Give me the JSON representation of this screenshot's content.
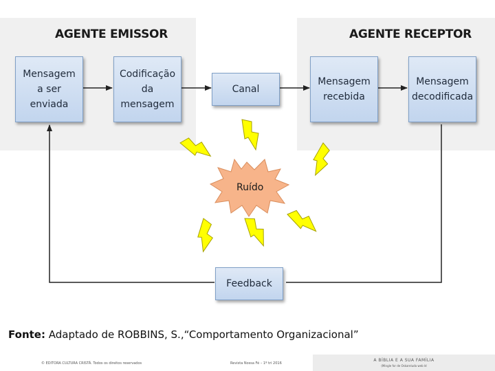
{
  "emissor": {
    "title": "AGENTE EMISSOR",
    "msg": "Mensagem\na ser\nenviada",
    "cod": "Codificação\nda\nmensagem"
  },
  "canal": "Canal",
  "receptor": {
    "title": "AGENTE RECEPTOR",
    "recebida": "Mensagem\nrecebida",
    "decodificada": "Mensagem\ndecodificada"
  },
  "ruido": "Ruído",
  "feedback": "Feedback",
  "source": {
    "label": "Fonte:",
    "text": " Adaptado de ROBBINS, S.,“Comportamento  Organizacional”"
  },
  "footer": {
    "left": "© EDITORA CULTURA CRISTÃ. Todos os direitos reservados",
    "center": "Revista Nossa Fé – 1º tri 2016",
    "right_title": "A BÍBLIA E A SUA FAMÍLIA",
    "right_sub": "(Mingle for de Oskareluda web ld"
  },
  "colors": {
    "panel_bg": "#f0f0f0",
    "node_fill": "#c8daf0",
    "node_border": "#7f9fc6",
    "burst_fill": "#f7b48a",
    "bolt_fill": "#ffff00",
    "arrow": "#222222"
  }
}
